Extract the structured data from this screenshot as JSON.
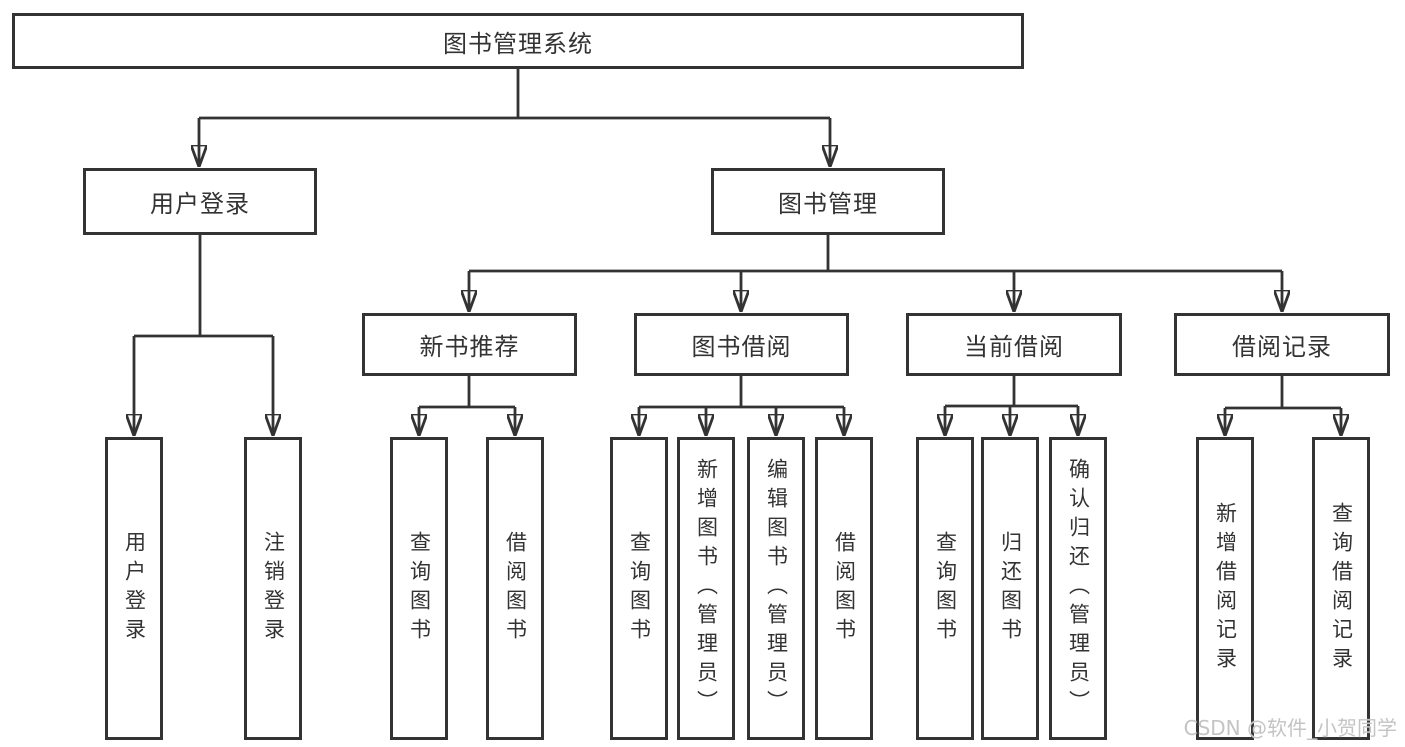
{
  "diagram": {
    "root": {
      "label": "图书管理系统"
    },
    "branches": [
      {
        "label": "用户登录",
        "leaves": [
          "用户登录",
          "注销登录"
        ]
      },
      {
        "label": "图书管理",
        "groups": [
          {
            "label": "新书推荐",
            "leaves": [
              "查询图书",
              "借阅图书"
            ]
          },
          {
            "label": "图书借阅",
            "leaves": [
              "查询图书",
              "新增图书（管理员）",
              "编辑图书（管理员）",
              "借阅图书"
            ]
          },
          {
            "label": "当前借阅",
            "leaves": [
              "查询图书",
              "归还图书",
              "确认归还（管理员）"
            ]
          },
          {
            "label": "借阅记录",
            "leaves": [
              "新增借阅记录",
              "查询借阅记录"
            ]
          }
        ]
      }
    ]
  },
  "colors": {
    "line": "#333333",
    "text": "#333333",
    "background": "#ffffff",
    "watermark": "#c4c4c4"
  },
  "watermark": {
    "text": "CSDN @软件_小贺同学"
  }
}
